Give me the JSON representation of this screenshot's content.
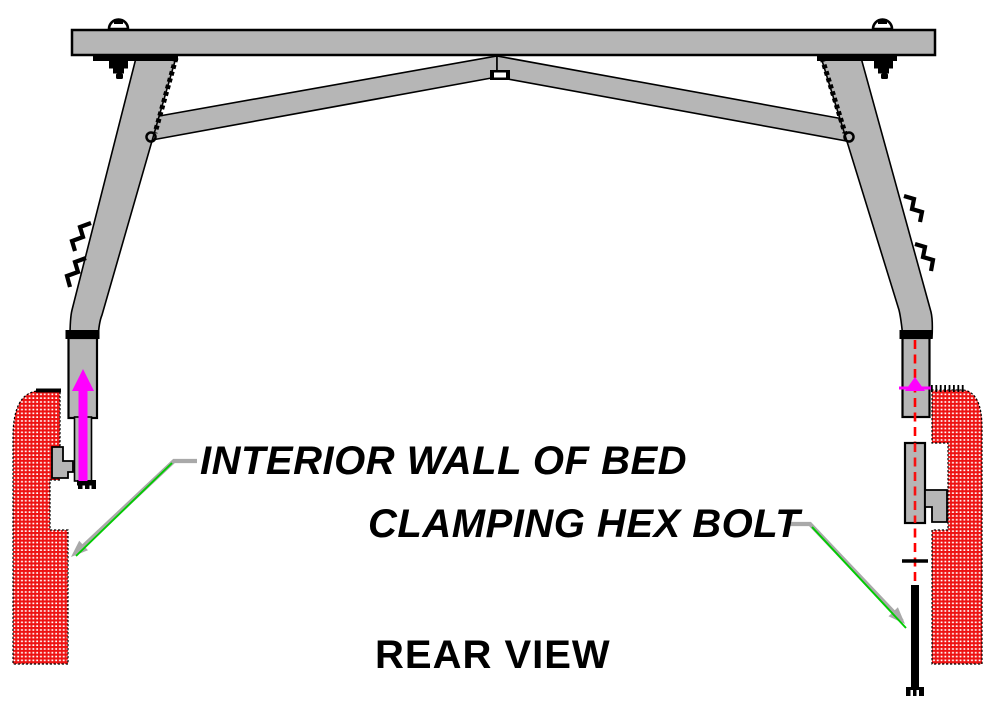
{
  "diagram": {
    "title": "REAR VIEW",
    "labels": {
      "interior_wall": "INTERIOR WALL OF BED",
      "clamping_bolt": "CLAMPING HEX BOLT"
    },
    "colors": {
      "metal_gray": "#b6b6b6",
      "outline_black": "#000000",
      "wall_red": "#ee1111",
      "arrow_magenta": "#ff00ff",
      "centerline_red": "#ff0000",
      "leader_gray": "#a9a9a9",
      "leader_green": "#00cc00",
      "bolt_black": "#000000",
      "background_white": "#ffffff"
    }
  }
}
